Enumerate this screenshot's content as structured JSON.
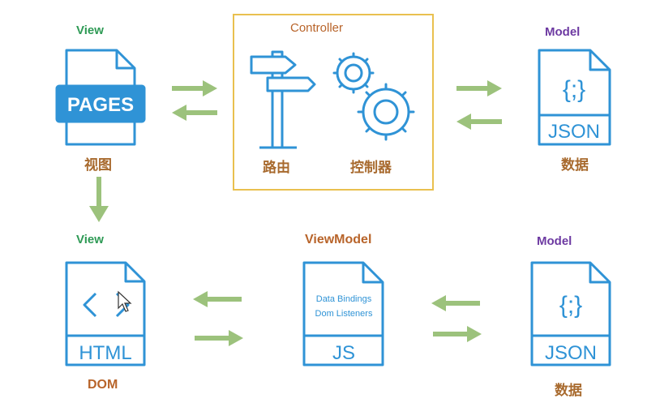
{
  "mvc": {
    "view_title": "View",
    "view_badge": "PAGES",
    "view_caption": "视图",
    "controller_title": "Controller",
    "router_caption": "路由",
    "controller_caption": "控制器",
    "model_title": "Model",
    "model_icon_text": "{;}",
    "model_file_text": "JSON",
    "model_caption": "数据"
  },
  "mvvm": {
    "view_title": "View",
    "view_file_text": "HTML",
    "view_caption": "DOM",
    "viewmodel_title": "ViewModel",
    "viewmodel_line1": "Data Bindings",
    "viewmodel_line2": "Dom Listeners",
    "viewmodel_file_text": "JS",
    "model_title": "Model",
    "model_icon_text": "{;}",
    "model_file_text": "JSON",
    "model_caption": "数据"
  },
  "colors": {
    "icon_blue": "#2f93d6",
    "arrow_green": "#9cc27c",
    "controller_border": "#e9c04f",
    "label_green": "#2e9a55",
    "label_purple": "#6d3aa2",
    "label_orange": "#b8642a"
  },
  "icons": [
    "file-pages-icon",
    "signpost-icon",
    "gears-icon",
    "file-json-icon",
    "file-html-icon",
    "file-js-icon",
    "mouse-cursor-icon",
    "arrow-icon"
  ]
}
